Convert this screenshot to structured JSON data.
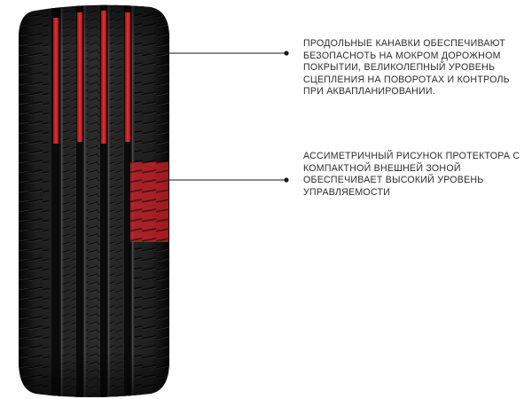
{
  "annotations": [
    {
      "id": "grooves",
      "text": "ПРОДОЛЬНЫЕ КАНАВКИ ОБЕСПЕЧИВАЮТ БЕЗОПАСНОТЬ НА МОКРОМ ДОРОЖНОМ ПОКРЫТИИ, ВЕЛИКОЛЕПНЫЙ УРОВЕНЬ СЦЕПЛЕНИЯ НА ПОВОРОТАХ И КОНТРОЛЬ ПРИ АКВАПЛАНИРОВАНИИ."
    },
    {
      "id": "asymmetric-pattern",
      "text": "АССИМЕТРИЧНЫЙ РИСУНОК ПРОТЕКТОРА С КОМПАКТНОЙ ВНЕШНЕЙ ЗОНОЙ ОБЕСПЕЧИВАЕТ ВЫСОКИЙ УРОВЕНЬ УПРАВЛЯЕМОСТИ"
    }
  ],
  "colors": {
    "highlight": "#e0202a",
    "tire_dark": "#161616",
    "tire_rib": "#2e2e2e",
    "leader": "#1a1a1a",
    "text": "#2b2b2b"
  }
}
